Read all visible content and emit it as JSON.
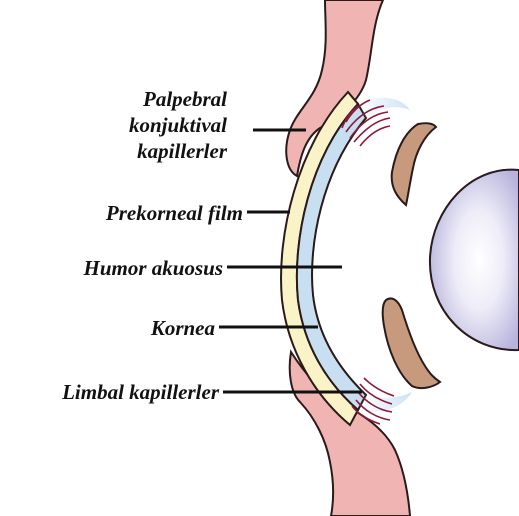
{
  "labels": {
    "palpebral_line1": "Palpebral",
    "palpebral_line2": "konjuktival",
    "palpebral_line3": "kapillerler",
    "prekorneal": "Prekorneal film",
    "humor": "Humor akuosus",
    "kornea": "Kornea",
    "limbal": "Limbal kapillerler"
  },
  "colors": {
    "eyelid": "#f0b4b2",
    "eyelid_stroke": "#2a1a1a",
    "tear_film": "#fbf3c8",
    "cornea": "#c8dff2",
    "iris": "#c79a7e",
    "lens_center": "#ffffff",
    "lens_edge": "#b8b3dc",
    "capillary": "#8b1a3a",
    "leader": "#111111"
  }
}
